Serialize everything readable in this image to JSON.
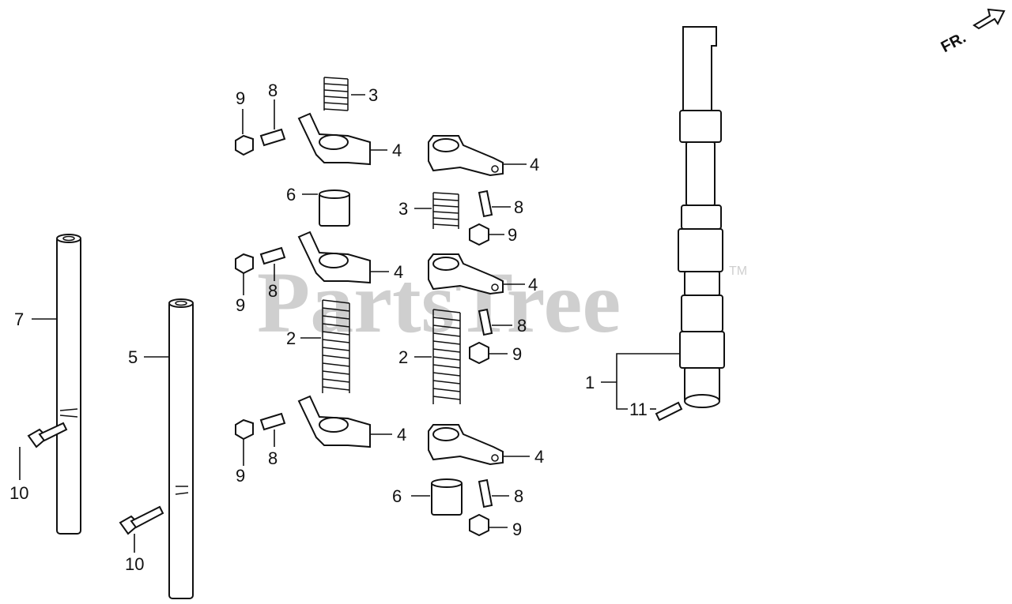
{
  "watermark": {
    "text": "PartsTree",
    "trademark": "TM"
  },
  "direction": {
    "label": "FR."
  },
  "callouts": [
    {
      "label": "9"
    },
    {
      "label": "8"
    },
    {
      "label": "3"
    },
    {
      "label": "4"
    },
    {
      "label": "4"
    },
    {
      "label": "6"
    },
    {
      "label": "3"
    },
    {
      "label": "8"
    },
    {
      "label": "9"
    },
    {
      "label": "4"
    },
    {
      "label": "4"
    },
    {
      "label": "9"
    },
    {
      "label": "8"
    },
    {
      "label": "2"
    },
    {
      "label": "8"
    },
    {
      "label": "2"
    },
    {
      "label": "9"
    },
    {
      "label": "4"
    },
    {
      "label": "4"
    },
    {
      "label": "9"
    },
    {
      "label": "8"
    },
    {
      "label": "6"
    },
    {
      "label": "8"
    },
    {
      "label": "9"
    },
    {
      "label": "7"
    },
    {
      "label": "5"
    },
    {
      "label": "10"
    },
    {
      "label": "10"
    },
    {
      "label": "1"
    },
    {
      "label": "11"
    }
  ]
}
